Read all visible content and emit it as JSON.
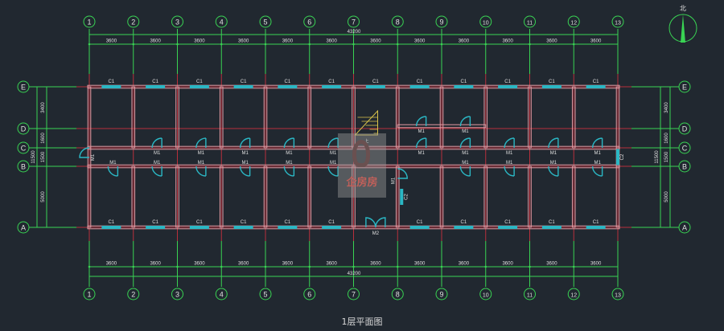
{
  "drawing_title": "1层平面图",
  "north_label": "北",
  "column_axes": [
    "1",
    "2",
    "3",
    "4",
    "5",
    "6",
    "7",
    "8",
    "9",
    "10",
    "11",
    "12",
    "13"
  ],
  "row_axes": [
    "E",
    "D",
    "C",
    "B",
    "A"
  ],
  "column_spacing_label": "3600",
  "total_length_label": "43200",
  "row_dimensions": [
    "3400",
    "1600",
    "1500",
    "5000"
  ],
  "total_depth_label": "11500",
  "window_label": "C1",
  "side_window_label": "C2",
  "door_label": "M1",
  "entrance_door_label": "M2",
  "stair_label": "上",
  "watermark_logo": "企房房",
  "colors": {
    "background": "#212830",
    "axis_green": "#39d353",
    "wall": "#e59aa3",
    "axis_red": "#b8303c",
    "opening": "#2bb7c4",
    "stair": "#d8c24a",
    "text": "#e0e0e0"
  }
}
